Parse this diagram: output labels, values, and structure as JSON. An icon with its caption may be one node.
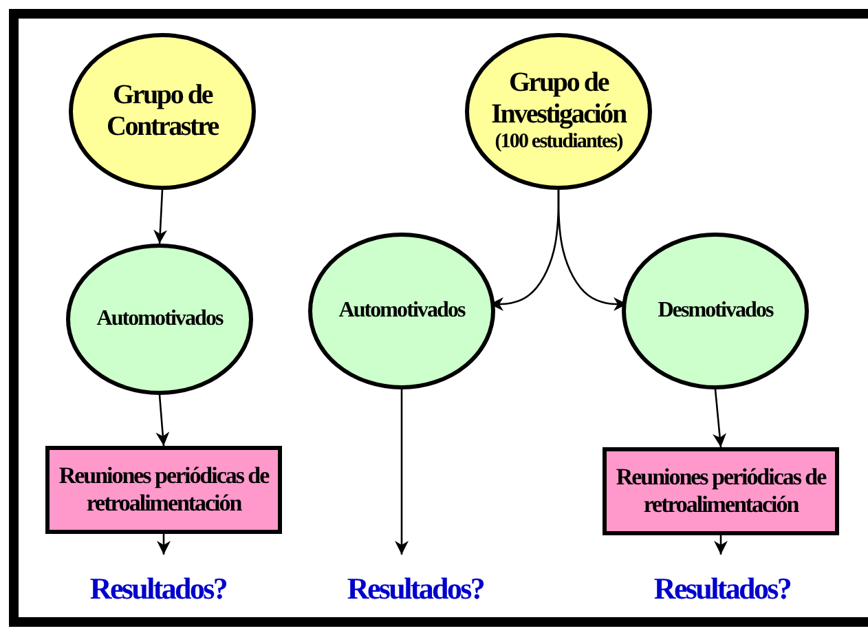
{
  "diagram": {
    "nodes": [
      {
        "text": [
          "Grupo de Contrastre"
        ]
      },
      {
        "text": [
          "Grupo de Investigación",
          "(100 estudiantes)"
        ]
      },
      {
        "text": [
          "Automotivados"
        ]
      },
      {
        "text": [
          "Automotivados"
        ]
      },
      {
        "text": [
          "Desmotivados"
        ]
      },
      {
        "text": [
          "Reuniones periódicas de retroalimentación"
        ]
      },
      {
        "text": [
          "Reuniones periódicas de retroalimentación"
        ]
      },
      {
        "text": [
          "Resultados?"
        ]
      },
      {
        "text": [
          "Resultados?"
        ]
      },
      {
        "text": [
          "Resultados?"
        ]
      }
    ],
    "edges": [
      {
        "from": 0,
        "to": 2,
        "arrow": "to"
      },
      {
        "from": 1,
        "to": 3,
        "arrow": "to"
      },
      {
        "from": 1,
        "to": 4,
        "arrow": "to"
      },
      {
        "from": 2,
        "to": 5,
        "arrow": "to"
      },
      {
        "from": 5,
        "to": 7,
        "arrow": "to"
      },
      {
        "from": 3,
        "to": 8,
        "arrow": "to"
      },
      {
        "from": 4,
        "to": 6,
        "arrow": "to"
      },
      {
        "from": 6,
        "to": 9,
        "arrow": "to"
      }
    ]
  }
}
